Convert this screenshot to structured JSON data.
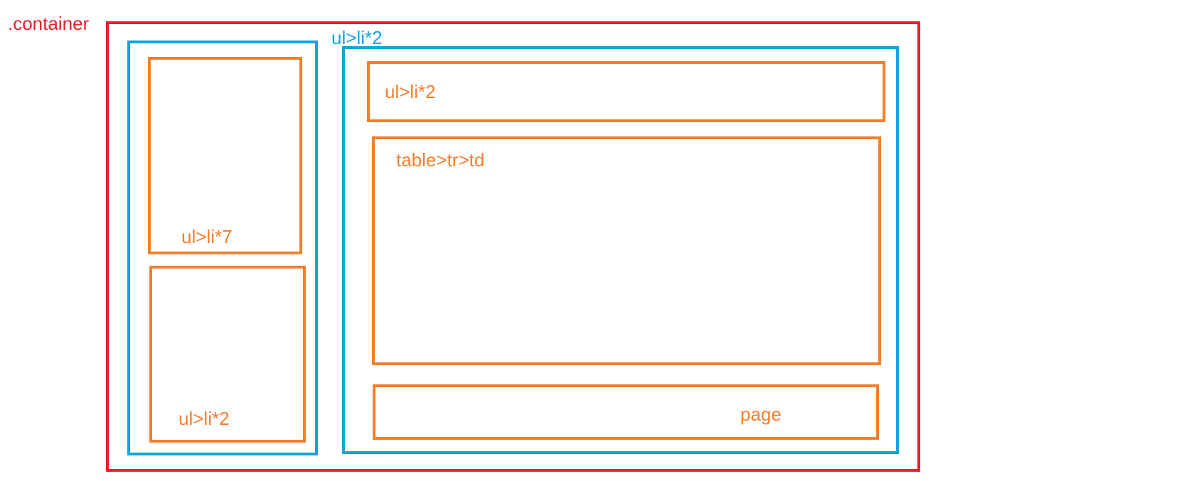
{
  "colors": {
    "container": "#e8202a",
    "column": "#0ea5e4",
    "block": "#f47f2e"
  },
  "container": {
    "label": ".container"
  },
  "main_column": {
    "label": "ul>li*2"
  },
  "sidebar": {
    "menu_block": {
      "label": "ul>li*7"
    },
    "extra_block": {
      "label": "ul>li*2"
    }
  },
  "main": {
    "tabs_block": {
      "label": "ul>li*2"
    },
    "table_block": {
      "label": "table>tr>td"
    },
    "page_block": {
      "label": "page"
    }
  }
}
